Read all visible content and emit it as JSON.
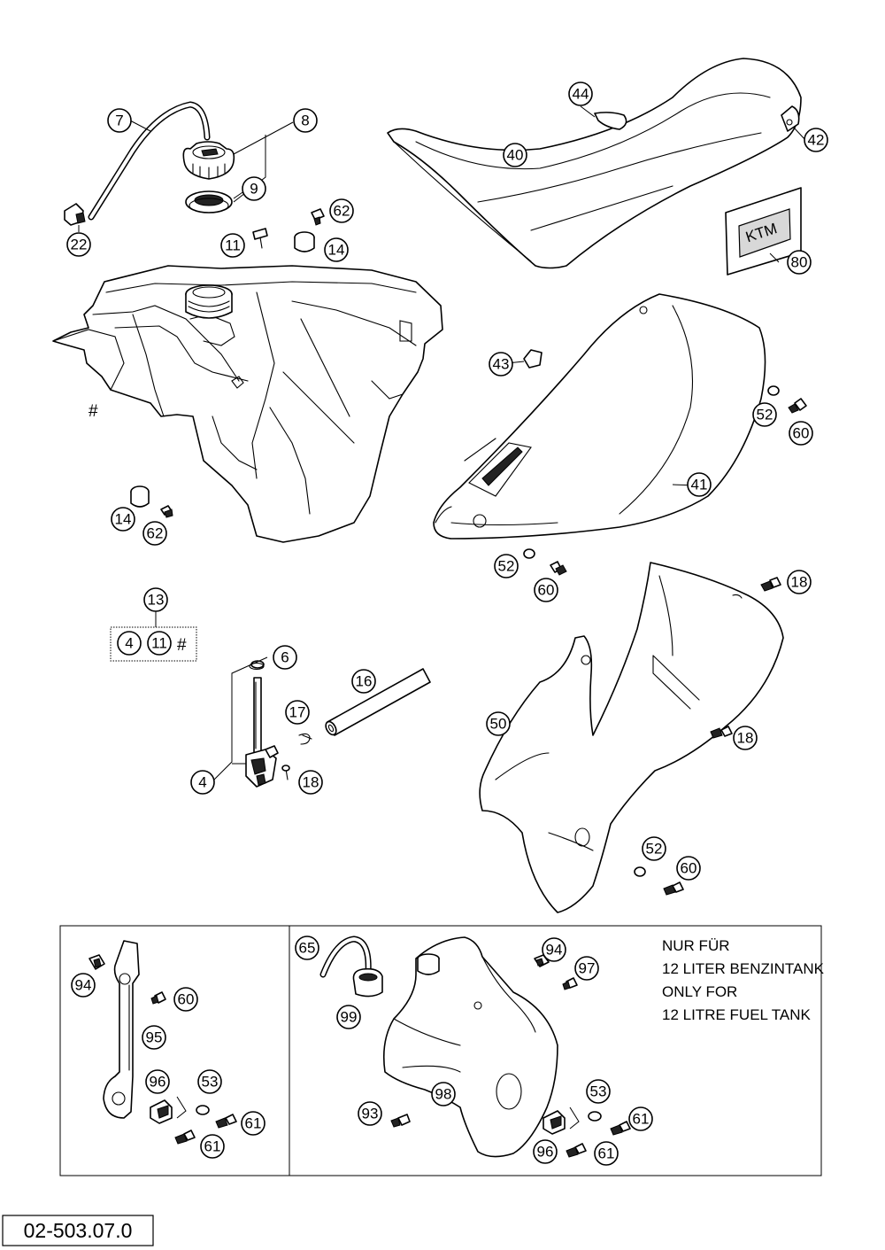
{
  "callouts": {
    "c7": "7",
    "c8": "8",
    "c9": "9",
    "c22": "22",
    "c62a": "62",
    "c11a": "11",
    "c14a": "14",
    "c44": "44",
    "c40": "40",
    "c42": "42",
    "c80": "80",
    "c43": "43",
    "c52a": "52",
    "c60a": "60",
    "c41": "41",
    "c14b": "14",
    "c62b": "62",
    "c13": "13",
    "c4a": "4",
    "c11b": "11",
    "c52b": "52",
    "c60b": "60",
    "c18a": "18",
    "c6": "6",
    "c16": "16",
    "c17": "17",
    "c4b": "4",
    "c18b": "18",
    "c50": "50",
    "c18c": "18",
    "c52c": "52",
    "c60c": "60",
    "c94a": "94",
    "c60d": "60",
    "c95": "95",
    "c96a": "96",
    "c53a": "53",
    "c61a": "61",
    "c61b": "61",
    "c65": "65",
    "c99": "99",
    "c94b": "94",
    "c97": "97",
    "c98": "98",
    "c93": "93",
    "c53b": "53",
    "c61c": "61",
    "c96b": "96",
    "c61d": "61"
  },
  "markers": {
    "hash_tank": "#",
    "hash_kit": "#"
  },
  "note": {
    "line1": "NUR FÜR",
    "line2": "12 LITER BENZINTANK",
    "line3": "ONLY FOR",
    "line4": "12 LITRE FUEL TANK"
  },
  "drawing_number": "02-503.07.0",
  "seat_decal_text": "KTM"
}
